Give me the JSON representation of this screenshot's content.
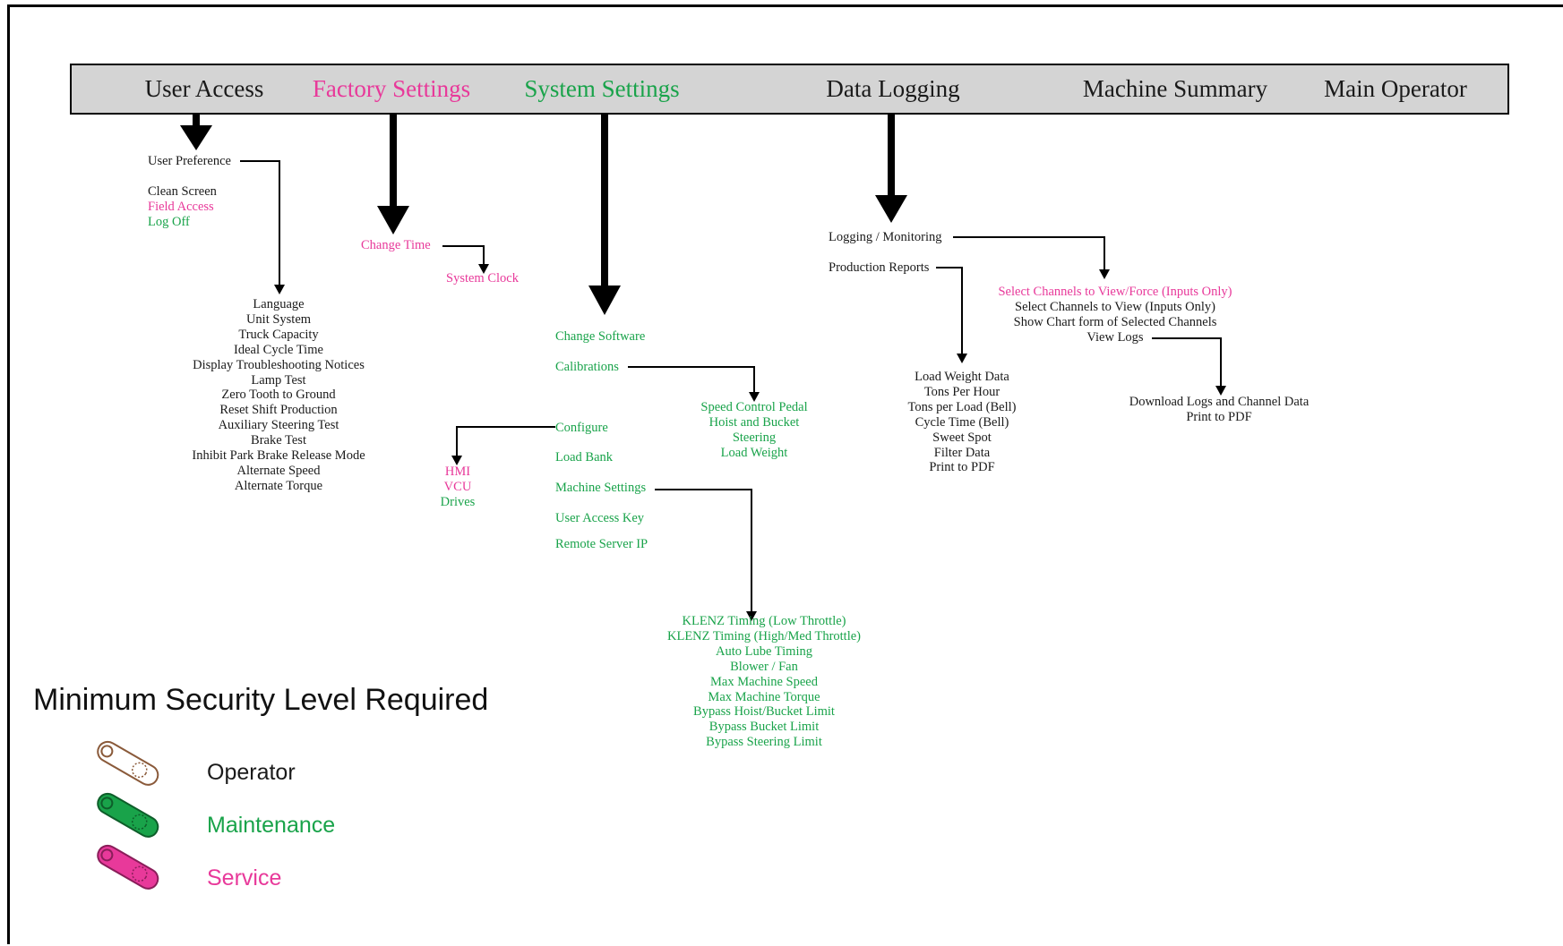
{
  "colors": {
    "operator": "#1a1a1a",
    "maintenance": "#19a34a",
    "service": "#e8399a",
    "menu_bg": "#d4d4d4"
  },
  "menu": {
    "user_access": "User Access",
    "factory_settings": "Factory Settings",
    "system_settings": "System Settings",
    "data_logging": "Data Logging",
    "machine_summary": "Machine Summary",
    "main_operator": "Main Operator"
  },
  "user_access": {
    "user_preference": "User Preference",
    "clean_screen": "Clean Screen",
    "field_access": "Field Access",
    "log_off": "Log Off",
    "preferences": [
      "Language",
      "Unit System",
      "Truck Capacity",
      "Ideal Cycle Time",
      "Display Troubleshooting Notices",
      "Lamp Test",
      "Zero Tooth to Ground",
      "Reset Shift Production",
      "Auxiliary Steering Test",
      "Brake Test",
      "Inhibit Park Brake Release Mode",
      "Alternate Speed",
      "Alternate Torque"
    ]
  },
  "factory_settings": {
    "change_time": "Change Time",
    "system_clock": "System Clock"
  },
  "system_settings": {
    "change_software": "Change Software",
    "calibrations": "Calibrations",
    "configure": "Configure",
    "load_bank": "Load Bank",
    "machine_settings": "Machine Settings",
    "user_access_key": "User Access Key",
    "remote_server_ip": "Remote Server IP",
    "calibration_items": [
      "Speed Control Pedal",
      "Hoist and Bucket",
      "Steering",
      "Load Weight"
    ],
    "configure_items": {
      "hmi": "HMI",
      "vcu": "VCU",
      "drives": "Drives"
    },
    "machine_setting_items": [
      "KLENZ Timing (Low Throttle)",
      "KLENZ Timing (High/Med Throttle)",
      "Auto Lube Timing",
      "Blower / Fan",
      "Max Machine Speed",
      "Max Machine Torque",
      "Bypass Hoist/Bucket Limit",
      "Bypass Bucket Limit",
      "Bypass Steering Limit"
    ]
  },
  "data_logging": {
    "logging_monitoring": "Logging / Monitoring",
    "production_reports": "Production Reports",
    "report_items": [
      "Load Weight Data",
      "Tons Per Hour",
      "Tons per Load (Bell)",
      "Cycle Time (Bell)",
      "Sweet Spot",
      "Filter Data",
      "Print to PDF"
    ],
    "select_force": "Select Channels to View/Force (Inputs Only)",
    "select_view": "Select Channels to View (Inputs  Only)",
    "show_chart": "Show Chart form of Selected Channels",
    "view_logs": "View Logs",
    "download_logs": "Download Logs and Channel Data",
    "logs_print_pdf": "Print to PDF"
  },
  "legend": {
    "title": "Minimum Security Level Required",
    "operator": "Operator",
    "maintenance": "Maintenance",
    "service": "Service"
  }
}
